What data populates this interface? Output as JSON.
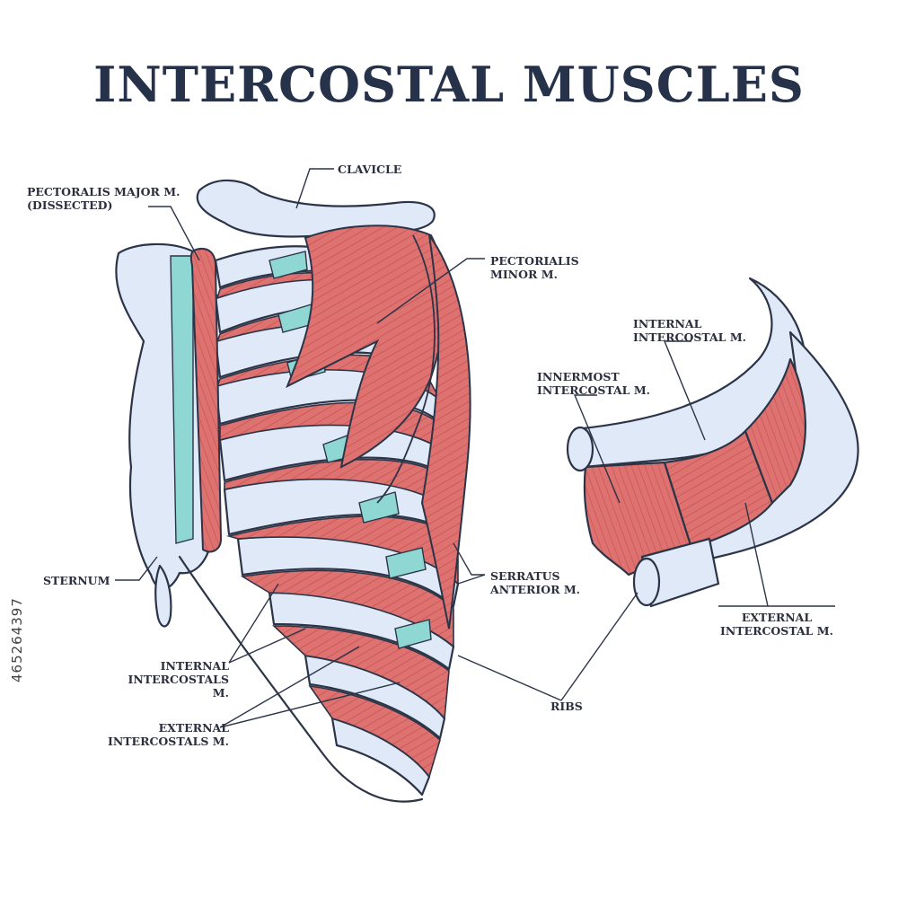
{
  "title": "INTERCOSTAL MUSCLES",
  "colors": {
    "bone": "#dfe9f7",
    "bone_outline": "#2c3448",
    "muscle": "#dd7270",
    "muscle_dark": "#c85452",
    "cartilage": "#8fd7d3"
  },
  "labels": {
    "clavicle": "CLAVICLE",
    "pectoralis_major": "PECTORALIS MAJOR M.\n(DISSECTED)",
    "pectoralis_minor": "PECTORIALIS\nMINOR M.",
    "sternum": "STERNUM",
    "serratus_anterior": "SERRATUS\nANTERIOR M.",
    "internal_intercostals": "INTERNAL\nINTERCOSTALS M.",
    "external_intercostals": "EXTERNAL\nINTERCOSTALS M.",
    "ribs": "RIBS",
    "internal_intercostal": "INTERNAL\nINTERCOSTAL M.",
    "innermost_intercostal": "INNERMOST\nINTERCOSTAL M.",
    "external_intercostal": "EXTERNAL\nINTERCOSTAL M."
  },
  "stock_id": "465264397"
}
